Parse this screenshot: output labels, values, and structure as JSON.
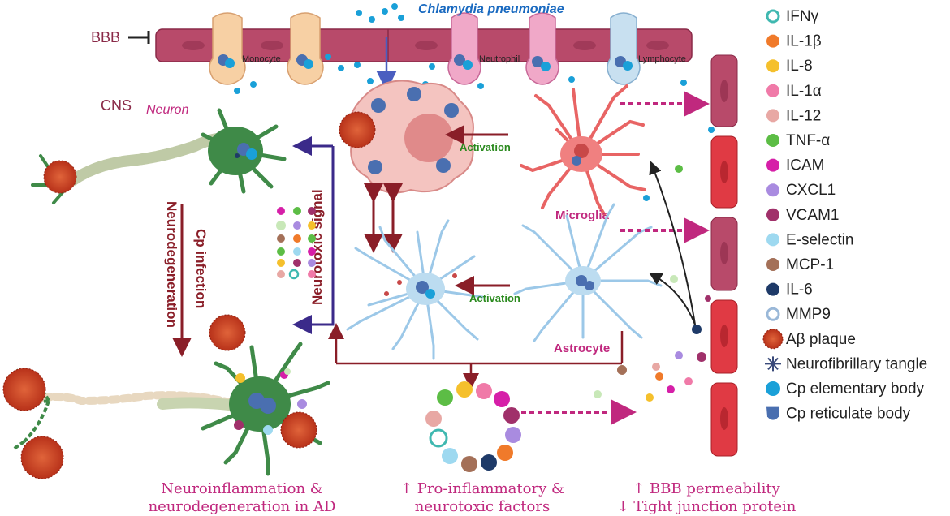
{
  "top": {
    "pathogen": "Chlamydia pneumoniae",
    "bbb": "BBB",
    "monocyte": "Monocyte",
    "neutrophil": "Neutrophil",
    "lymphocyte": "Lymphocyte"
  },
  "cns": {
    "label": "CNS",
    "neuron": "Neuron",
    "cp_infection": "Cp infection",
    "neurodegeneration": "Neurodegeneration",
    "neurotoxic_signal": "Neurotoxic signal",
    "activation_microglia": "Activation",
    "activation_astrocyte": "Activation",
    "microglia": "Microglia",
    "astrocyte": "Astrocyte"
  },
  "bottom": {
    "left_line1": "Neuroinflammation &",
    "left_line2": "neurodegeneration in AD",
    "mid_line1": "↑ Pro-inflammatory &",
    "mid_line2": "neurotoxic factors",
    "right_line1": "↑ BBB permeability",
    "right_line2": "↓ Tight junction protein"
  },
  "legend": [
    {
      "label": "IFNγ",
      "color": "#3fb8b0",
      "icon": "ring-icon"
    },
    {
      "label": "IL-1β",
      "color": "#f07a2a",
      "icon": "dot-icon"
    },
    {
      "label": "IL-8",
      "color": "#f5c02c",
      "icon": "dot-icon"
    },
    {
      "label": "IL-1α",
      "color": "#f07aa8",
      "icon": "dot-icon"
    },
    {
      "label": "IL-12",
      "color": "#e8a8a4",
      "icon": "dot-icon"
    },
    {
      "label": "TNF-α",
      "color": "#5cbd45",
      "icon": "dot-icon"
    },
    {
      "label": "ICAM",
      "color": "#d61fa8",
      "icon": "dot-icon"
    },
    {
      "label": "CXCL1",
      "color": "#a98be0",
      "icon": "dot-icon"
    },
    {
      "label": "VCAM1",
      "color": "#a0306a",
      "icon": "dot-icon"
    },
    {
      "label": "E-selectin",
      "color": "#9ed9f0",
      "icon": "dot-icon"
    },
    {
      "label": "MCP-1",
      "color": "#a47058",
      "icon": "dot-icon"
    },
    {
      "label": "IL-6",
      "color": "#1e3a68",
      "icon": "dot-icon"
    },
    {
      "label": "MMP9",
      "color": "#9ab8d8",
      "icon": "ring-icon"
    },
    {
      "label": "Aβ plaque",
      "color": "#c8401e",
      "icon": "plaque-icon"
    },
    {
      "label": "Neurofibrillary tangle",
      "color": "#3a4a7a",
      "icon": "tangle-icon"
    },
    {
      "label": "Cp elementary body",
      "color": "#1aa0d8",
      "icon": "elementary-body-icon"
    },
    {
      "label": "Cp reticulate body",
      "color": "#4a6fb0",
      "icon": "reticulate-body-icon"
    }
  ],
  "colors": {
    "vessel": "#b84a6a",
    "vessel_red": "#e03a44",
    "neuron": "#3f8a48",
    "microglia": "#e86464",
    "astrocyte": "#9cc8e8",
    "signal_purple": "#3b2a8a",
    "arrow_darkred": "#8a1e28",
    "activation_green": "#2a8a1e",
    "magenta_label": "#c0287e"
  }
}
